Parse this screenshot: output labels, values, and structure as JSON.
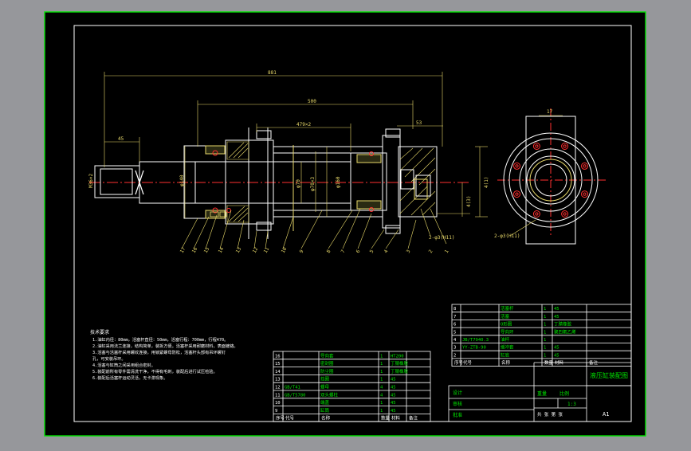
{
  "colors": {
    "background": "#96979b",
    "paper": "#000000",
    "frame": "#00e600",
    "part": "#ffffff",
    "dimension": "#e8d96a",
    "centerline": "#ff3030",
    "hatch": "#e8d96a",
    "table_text": "#00e600"
  },
  "dimensions": {
    "overall": "881",
    "stroke": "500",
    "port_spacing": "479×2",
    "end_len": "53",
    "rod_end": "45",
    "rod_thread": "M36×2",
    "bore_dia": "φ140",
    "rod_dia": "φ70",
    "barrel_dia": "φ160",
    "piston_dia": "φ70×3",
    "mount_height": "4(1)",
    "mount_offset": "4(3)",
    "flange_width": "17",
    "oil_port": "2-φ3(H11)",
    "oil_port_side": "2-φ3(H11)"
  },
  "part_numbers": [
    "17",
    "16",
    "15",
    "14",
    "13",
    "12",
    "11",
    "10",
    "9",
    "8",
    "7",
    "6",
    "5",
    "4",
    "3",
    "2",
    "1"
  ],
  "notes": {
    "title": "技术要求",
    "lines": [
      "1.油缸内径：80mm，活塞杆直径：50mm，活塞行程：700mm，行程470。",
      "2.油缸采用法兰连接，结构简单，装拆方便。活塞杆采用耐磨材料，表面镀铬。",
      "3.活塞与活塞杆采用螺纹连接，用锁紧螺母防松，活塞杆头部有吊环螺钉",
      "孔，可安装吊环。",
      "4.活塞与缸筒之间采用组合密封。",
      "5.装配前所有零件需清洗干净，不得有毛刺，装配后进行试压检验。",
      "6.装配后活塞杆运动灵活，无卡滞现象。"
    ]
  },
  "bom_left": {
    "rows": [
      [
        "16",
        "",
        "导向套",
        "1",
        "HT200",
        ""
      ],
      [
        "15",
        "",
        "密封圈",
        "1",
        "丁腈橡胶",
        ""
      ],
      [
        "14",
        "",
        "防尘圈",
        "1",
        "丁腈橡胶",
        ""
      ],
      [
        "13",
        "",
        "挡圈",
        "1",
        "45",
        ""
      ],
      [
        "12",
        "GB/T41",
        "螺母",
        "4",
        "45",
        ""
      ],
      [
        "11",
        "GB/T5780",
        "双头螺柱",
        "4",
        "45",
        ""
      ],
      [
        "10",
        "",
        "端盖",
        "1",
        "45",
        ""
      ],
      [
        "9",
        "",
        "缸筒",
        "1",
        "45",
        ""
      ]
    ],
    "header": [
      "序号",
      "代号",
      "名称",
      "数量",
      "材料",
      "备注"
    ]
  },
  "bom_right": {
    "rows": [
      [
        "8",
        "",
        "活塞杆",
        "1",
        "45",
        ""
      ],
      [
        "7",
        "",
        "活塞",
        "1",
        "45",
        ""
      ],
      [
        "6",
        "",
        "O形圈",
        "1",
        "丁腈橡胶",
        ""
      ],
      [
        "5",
        "",
        "导向环",
        "1",
        "聚四氟乙烯",
        ""
      ],
      [
        "4",
        "JB/T7940.3",
        "油杯",
        "1",
        "",
        ""
      ],
      [
        "3",
        "YY-ZTB-90",
        "缓冲套",
        "1",
        "45",
        ""
      ],
      [
        "2",
        "",
        "缸底",
        "1",
        "45",
        ""
      ]
    ],
    "header": [
      "序号",
      "代号",
      "名称",
      "数量",
      "材料",
      "备注"
    ]
  },
  "title_block": {
    "drawing_name": "液压缸装配图",
    "scale": "1:3",
    "sheet": "A1",
    "designer_label": "设计",
    "checker_label": "审核",
    "approve_label": "批准",
    "weight_label": "重量",
    "scale_label": "比例",
    "sheet_label": "共  张  第  张"
  }
}
